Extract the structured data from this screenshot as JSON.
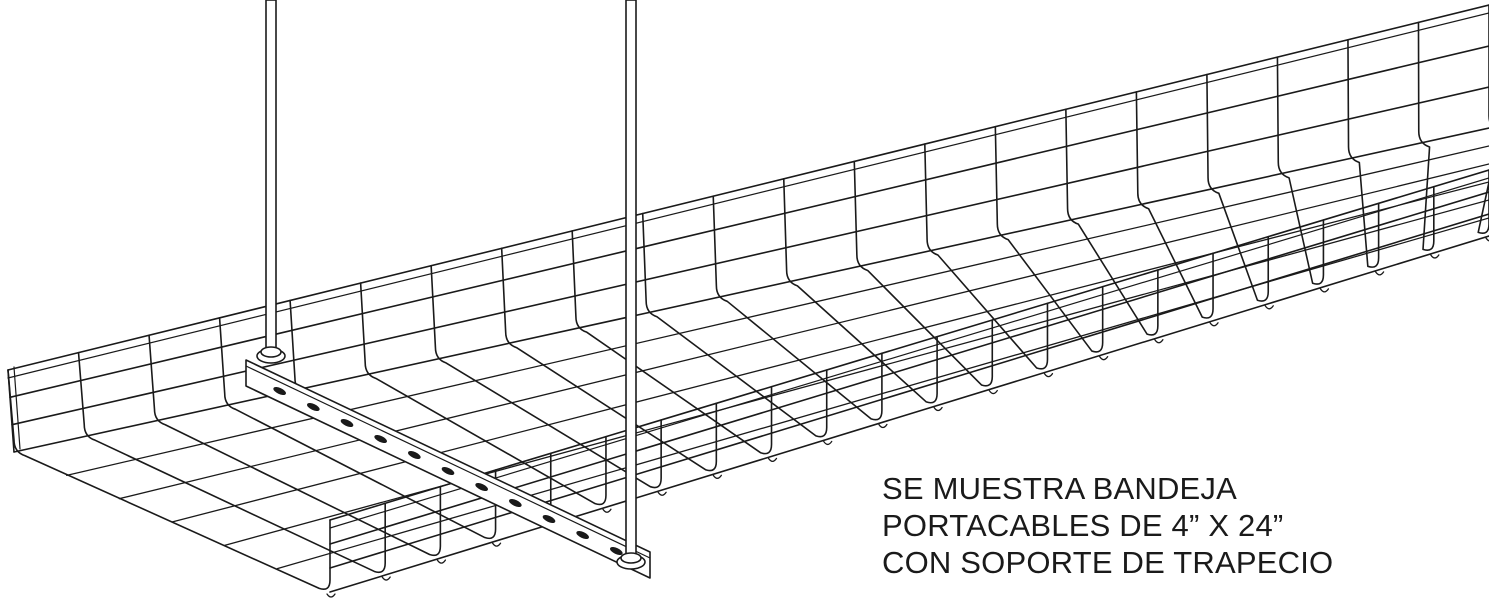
{
  "figure": {
    "subject": "wire-mesh-cable-tray-with-trapeze-support",
    "line_color": "#1a1a1a",
    "background_color": "#ffffff"
  },
  "caption": {
    "line1": "SE MUESTRA BANDEJA",
    "line2": "PORTACABLES DE 4” X 24”",
    "line3": "CON SOPORTE DE TRAPECIO"
  }
}
